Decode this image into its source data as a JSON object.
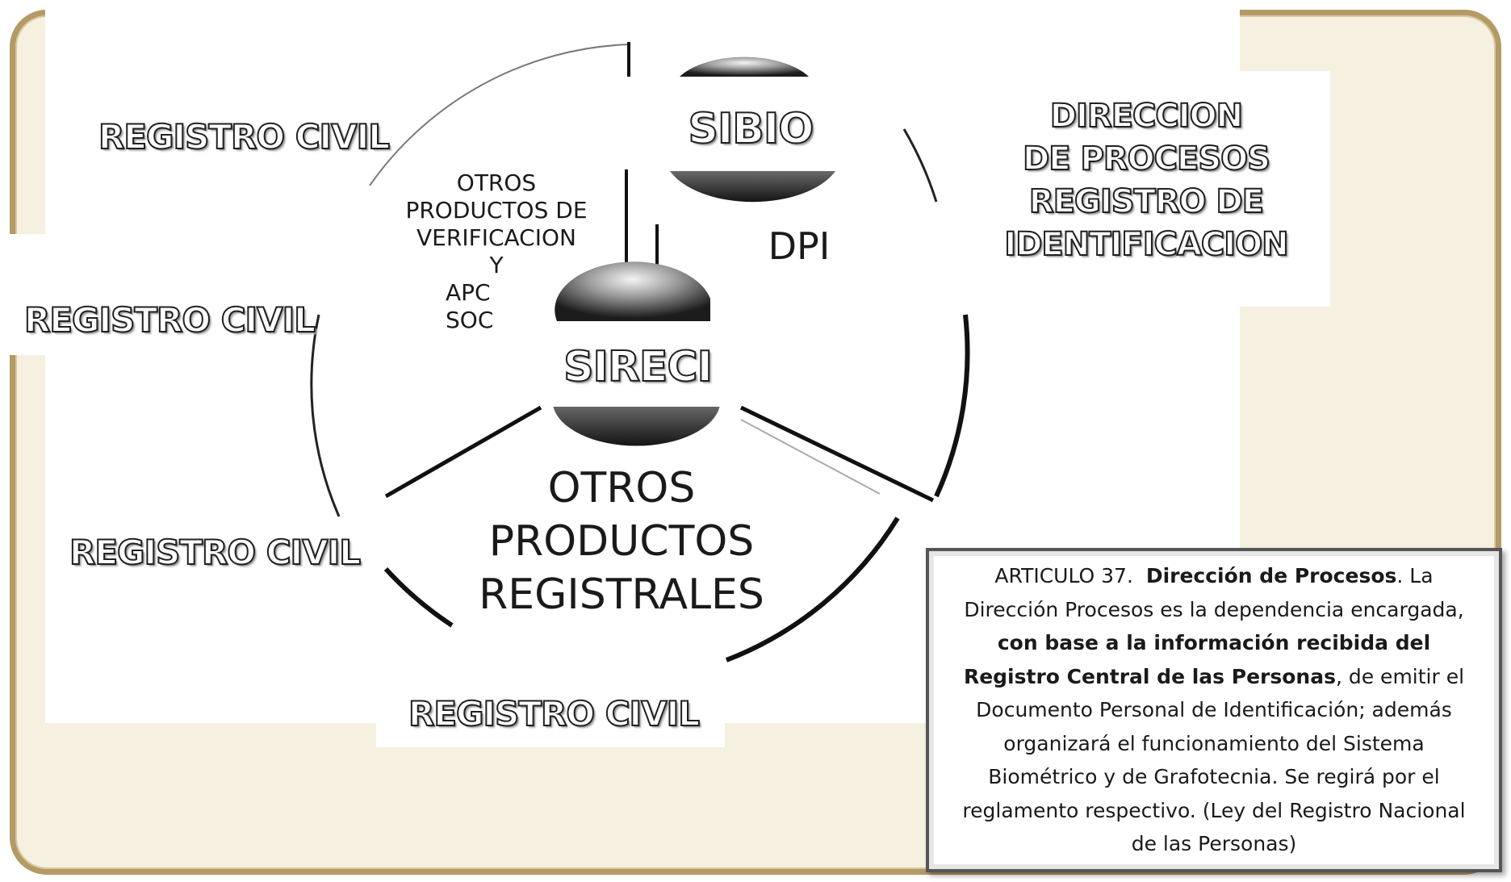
{
  "diagram": {
    "center": {
      "sibio": "SIBIO",
      "dpi": "DPI",
      "sireci": "SIRECI"
    },
    "segments": {
      "top_left": [
        "OTROS",
        "PRODUCTOS DE",
        "VERIFICACION",
        "Y",
        "APC",
        "SOC"
      ],
      "bottom": [
        "OTROS",
        "PRODUCTOS",
        "REGISTRALES"
      ]
    },
    "registro_civil_labels": [
      "REGISTRO CIVIL",
      "REGISTRO CIVIL",
      "REGISTRO CIVIL",
      "REGISTRO CIVIL"
    ],
    "direccion": [
      "DIRECCION",
      "DE PROCESOS",
      "REGISTRO DE",
      "IDENTIFICACION"
    ]
  },
  "article": {
    "heading": "ARTICULO 37.",
    "title": "Dirección de Procesos",
    "p1": ". La Dirección Procesos es la dependencia encargada, ",
    "bold1": "con base a la información recibida del  Registro Central de las Personas",
    "p2": ", de emitir el  Documento Personal de Identificación; además organizará el funcionamiento del Sistema  Biométrico y de Grafotecnia.  Se regirá por el reglamento respectivo. (Ley del Registro Nacional de las Personas)"
  }
}
